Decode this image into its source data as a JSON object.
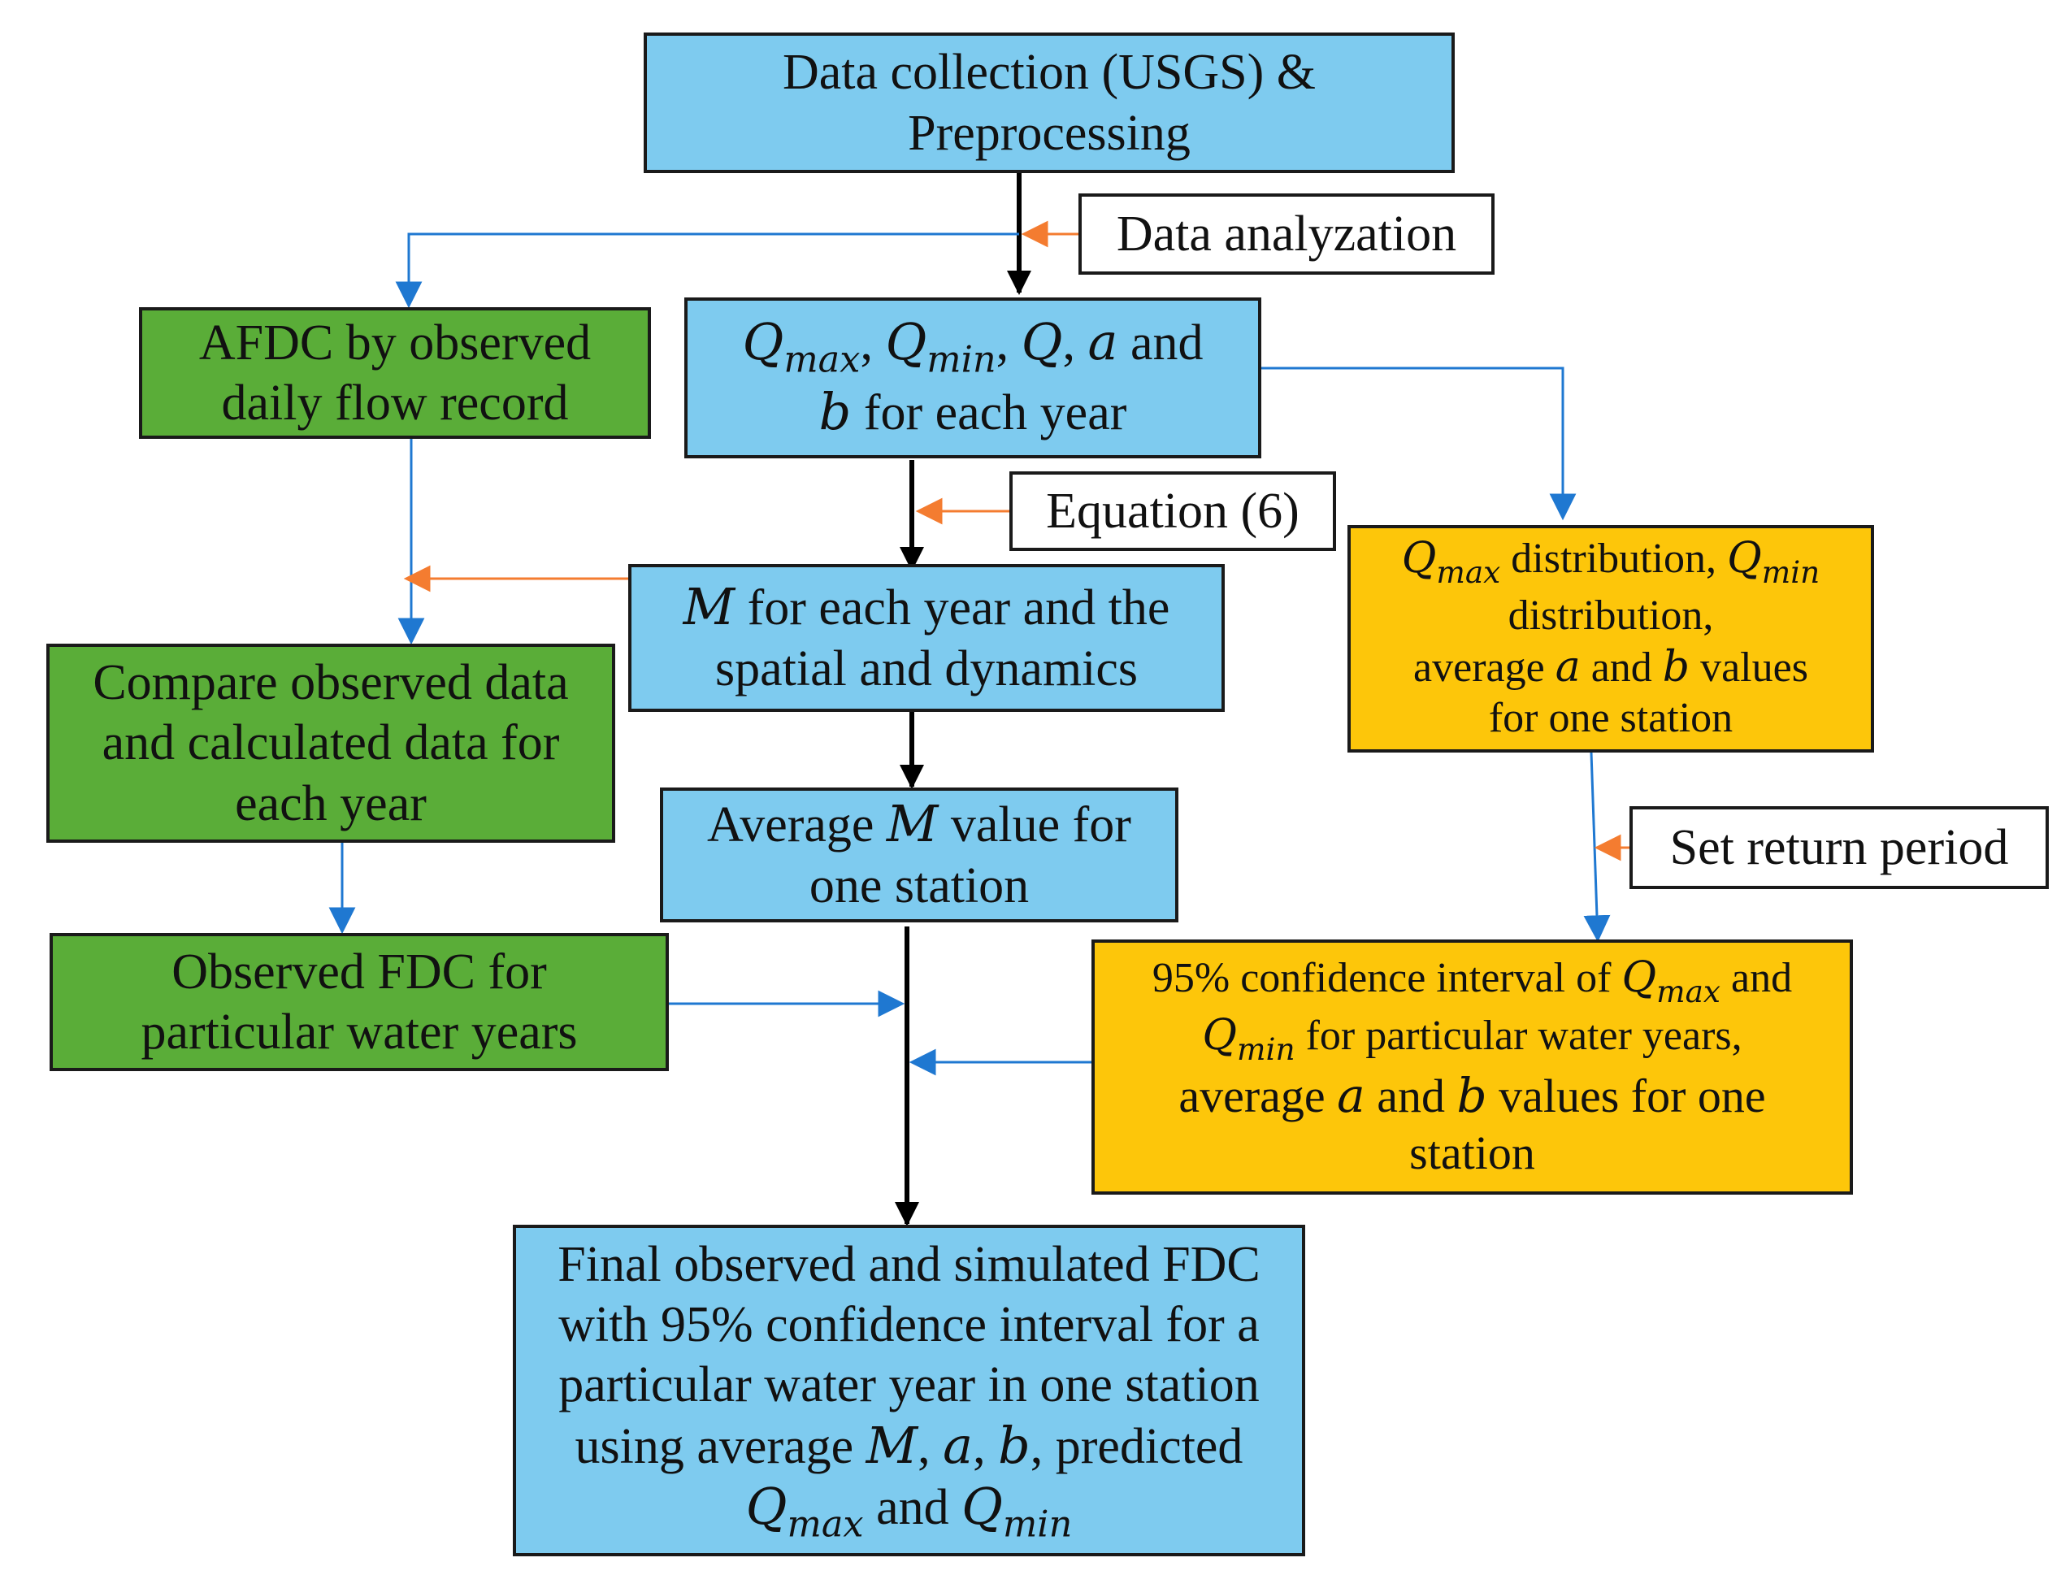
{
  "colors": {
    "blue_box": "#7ecbef",
    "green_box": "#5aad38",
    "yellow_box": "#fdc60a",
    "main_arrow": "#000000",
    "blue_arrow": "#1f78d1",
    "orange_arrow": "#f47c30"
  },
  "nodes": {
    "data_collection": {
      "line1": "Data collection (USGS) &",
      "line2": "Preprocessing"
    },
    "data_analyzation": {
      "label": "Data analyzation"
    },
    "afdc": {
      "line1": "AFDC by observed",
      "line2": "daily flow record"
    },
    "q_params": {
      "qmax": "Q",
      "qmax_sub": "max",
      "sep1": ", ",
      "qmin": "Q",
      "qmin_sub": "min",
      "sep2": ", ",
      "q": "Q",
      "sep3": ", ",
      "a": "a",
      "and": " and",
      "b": "b",
      "tail": " for each year"
    },
    "equation": {
      "label": "Equation (6)"
    },
    "m_each_year": {
      "m": "M",
      "line1_tail": " for each year and the",
      "line2": "spatial and dynamics"
    },
    "dist": {
      "qmax": "Q",
      "qmax_sub": "max",
      "mid1": " distribution, ",
      "qmin": "Q",
      "qmin_sub": "min",
      "line2": "distribution,",
      "line3_pre": "average ",
      "a": "a",
      "and": " and ",
      "b": "b",
      "line3_tail": " values",
      "line4": "for one station"
    },
    "compare": {
      "line1": "Compare observed data",
      "line2": "and calculated data for",
      "line3": "each year"
    },
    "avg_m": {
      "pre": "Average ",
      "m": "M",
      "tail": " value for",
      "line2": "one station"
    },
    "set_return": {
      "label": "Set return period"
    },
    "observed_fdc": {
      "line1": "Observed FDC for",
      "line2": "particular water years"
    },
    "ci": {
      "pre": "95% confidence interval of ",
      "qmax": "Q",
      "qmax_sub": "max",
      "and1": " and",
      "qmin": "Q",
      "qmin_sub": "min",
      "line2_tail": " for particular water years,",
      "line3_pre": "average ",
      "a": "a",
      "and2": " and ",
      "b": "b",
      "line3_tail": " values for one",
      "line4": "station"
    },
    "final": {
      "line1": "Final observed and simulated FDC",
      "line2": "with 95% confidence interval for a",
      "line3": "particular water year in one station",
      "line4_pre": "using average ",
      "m": "M",
      "c1": ", ",
      "a": "a",
      "c2": ", ",
      "b": "b",
      "line4_tail": ", predicted",
      "qmax": "Q",
      "qmax_sub": "max",
      "and": " and ",
      "qmin": "Q",
      "qmin_sub": "min"
    }
  }
}
